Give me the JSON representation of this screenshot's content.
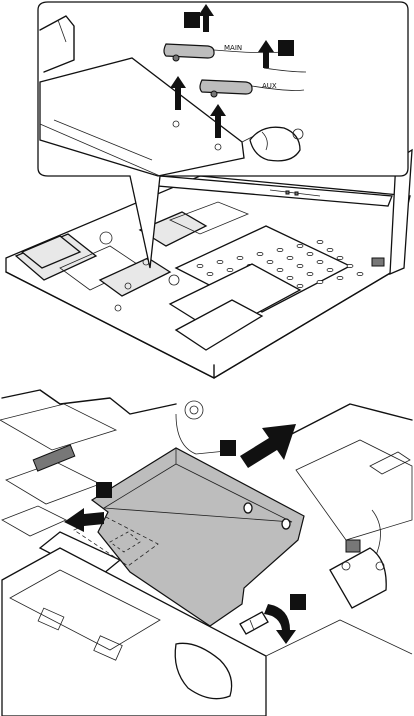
{
  "figure_top": {
    "callout_labels": {
      "main": "MAIN",
      "aux": "AUX"
    },
    "step_markers": 2
  },
  "figure_bottom": {
    "step_markers": 3
  }
}
